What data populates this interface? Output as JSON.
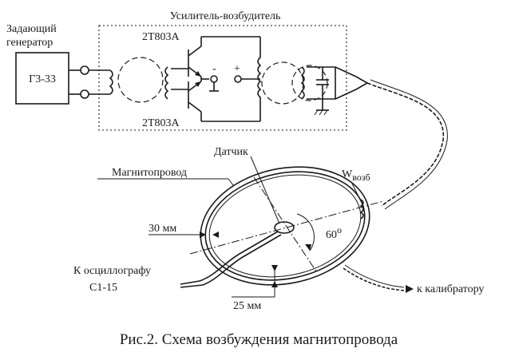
{
  "labels": {
    "generator_line1": "Задающий",
    "generator_line2": "генератор",
    "generator_model": "Г3-33",
    "amplifier": "Усилитель-возбудитель",
    "transistor_top": "2Т803А",
    "transistor_bottom": "2Т803А",
    "minus": "-",
    "plus": "+",
    "sensor": "Датчик",
    "core": "Магнитопровод",
    "winding_main": "W",
    "winding_sub": "возб",
    "width_30": "30 мм",
    "angle": "60",
    "angle_unit": "o",
    "oscillograph_line1": "К осциллографу",
    "oscillograph_line2": "С1-15",
    "width_25": "25 мм",
    "calibrator": "к калибратору"
  },
  "caption": "Рис.2. Схема возбуждения магнитопровода"
}
